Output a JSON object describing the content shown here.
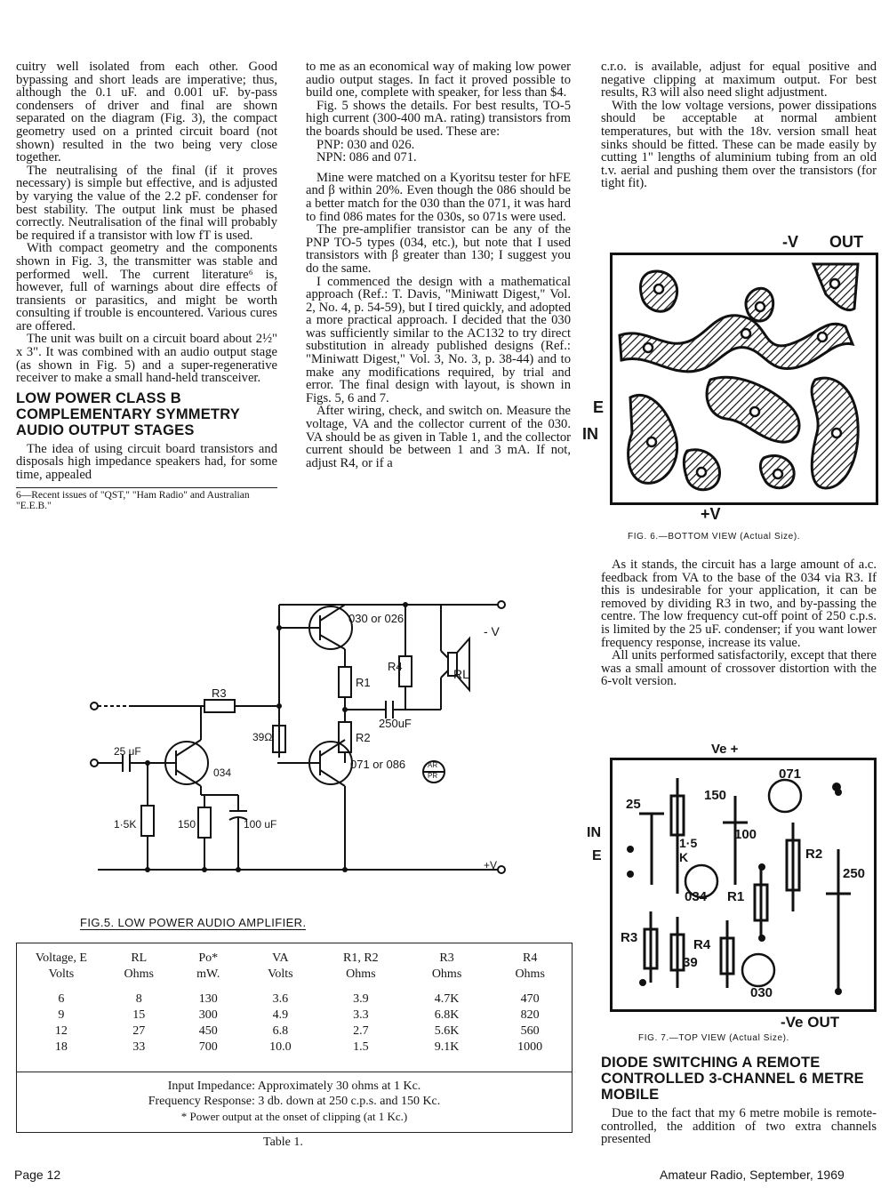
{
  "col1": {
    "p1": "cuitry well isolated from each other. Good bypassing and short leads are imperative; thus, although the 0.1 uF. and 0.001 uF. by-pass condensers of driver and final are shown separated on the diagram (Fig. 3), the compact geometry used on a printed circuit board (not shown) resulted in the two being very close together.",
    "p2": "The neutralising of the final (if it proves necessary) is simple but effective, and is adjusted by varying the value of the 2.2 pF. condenser for best stability. The output link must be phased correctly. Neutralisation of the final will probably be required if a transistor with low fT is used.",
    "p3": "With compact geometry and the components shown in Fig. 3, the transmitter was stable and performed well. The current literature⁶ is, however, full of warnings about dire effects of transients or parasitics, and might be worth consulting if trouble is encountered. Various cures are offered.",
    "p4": "The unit was built on a circuit board about 2½\" x 3\". It was combined with an audio output stage (as shown in Fig. 5) and a super-regenerative receiver to make a small hand-held transceiver.",
    "heading": "LOW POWER CLASS B COMPLEMENTARY SYMMETRY AUDIO OUTPUT STAGES",
    "p5": "The idea of using circuit board transistors and disposals high impedance speakers had, for some time, appealed",
    "footnote": "6—Recent issues of \"QST,\" \"Ham Radio\" and Australian \"E.E.B.\""
  },
  "col2": {
    "p1": "to me as an economical way of making low power audio output stages. In fact it proved possible to build one, complete with speaker, for less than $4.",
    "p2": "Fig. 5 shows the details. For best results, TO-5 high current (300-400 mA. rating) transistors from the boards should be used. These are:",
    "pnp": "PNP: 030 and 026.",
    "npn": "NPN: 086 and 071.",
    "p3": "Mine were matched on a Kyoritsu tester for hFE and β within 20%. Even though the 086 should be a better match for the 030 than the 071, it was hard to find 086 mates for the 030s, so 071s were used.",
    "p4": "The pre-amplifier transistor can be any of the PNP TO-5 types (034, etc.), but note that I used transistors with β greater than 130; I suggest you do the same.",
    "p5": "I commenced the design with a mathematical approach (Ref.: T. Davis, \"Miniwatt Digest,\" Vol. 2, No. 4, p. 54-59), but I tired quickly, and adopted a more practical approach. I decided that the 030 was sufficiently similar to the AC132 to try direct substitution in already published designs (Ref.: \"Miniwatt Digest,\" Vol. 3, No. 3, p. 38-44) and to make any modifications required, by trial and error. The final design with layout, is shown in Figs. 5, 6 and 7.",
    "p6": "After wiring, check, and switch on. Measure the voltage, VA and the collector current of the 030. VA should be as given in Table 1, and the collector current should be between 1 and 3 mA. If not, adjust R4, or if a"
  },
  "col3": {
    "p1": "c.r.o. is available, adjust for equal positive and negative clipping at maximum output. For best results, R3 will also need slight adjustment.",
    "p2": "With the low voltage versions, power dissipations should be acceptable at normal ambient temperatures, but with the 18v. version small heat sinks should be fitted. These can be made easily by cutting 1\" lengths of aluminium tubing from an old t.v. aerial and pushing them over the transistors (for tight fit).",
    "p3": "As it stands, the circuit has a large amount of a.c. feedback from VA to the base of the 034 via R3. If this is undesirable for your application, it can be removed by dividing R3 in two, and by-passing the centre. The low frequency cut-off point of 250 c.p.s. is limited by the 25 uF. condenser; if you want lower frequency response, increase its value.",
    "p4": "All units performed satisfactorily, except that there was a small amount of crossover distortion with the 6-volt version.",
    "heading": "DIODE SWITCHING A REMOTE CONTROLLED 3-CHANNEL 6 METRE MOBILE",
    "p5": "Due to the fact that my 6 metre mobile is remote-controlled, the addition of two extra channels presented"
  },
  "fig6": {
    "minus_v": "-V",
    "out": "OUT",
    "e": "E",
    "in": "IN",
    "plus_v": "+V",
    "caption": "FIG. 6.—BOTTOM VIEW (Actual Size)."
  },
  "fig7": {
    "ve_top": "Ve +",
    "in": "IN",
    "e": "E",
    "c071": "071",
    "c25": "25",
    "c150": "150",
    "c100": "100",
    "r15k": "1·5 K",
    "r2": "R2",
    "c250": "250",
    "t034": "034",
    "r1": "R1",
    "r3": "R3",
    "r4": "R4",
    "r39": "39",
    "t030": "030",
    "ve_bottom": "-Ve OUT",
    "caption": "FIG. 7.—TOP VIEW (Actual Size)."
  },
  "fig5": {
    "t1": "030 or 026",
    "minus_v": "- V",
    "r4": "R4",
    "r1": "R1",
    "rl": "RL",
    "r3": "R3",
    "c250": "250uF",
    "r39": "39Ω",
    "r2": "R2",
    "c25": "25 uF",
    "t034": "034",
    "t2": "071 or 086",
    "logo_top": "AR",
    "logo_bottom": "PR",
    "r15k": "1·5K",
    "r150": "150",
    "c100": "100 uF",
    "plus_v": "+V",
    "caption": "FIG.5. LOW POWER AUDIO AMPLIFIER."
  },
  "table1": {
    "headers": [
      [
        "Voltage, E",
        "Volts"
      ],
      [
        "RL",
        "Ohms"
      ],
      [
        "Po*",
        "mW."
      ],
      [
        "VA",
        "Volts"
      ],
      [
        "R1, R2",
        "Ohms"
      ],
      [
        "R3",
        "Ohms"
      ],
      [
        "R4",
        "Ohms"
      ]
    ],
    "rows": [
      [
        "6",
        "8",
        "130",
        "3.6",
        "3.9",
        "4.7K",
        "470"
      ],
      [
        "9",
        "15",
        "300",
        "4.9",
        "3.3",
        "6.8K",
        "820"
      ],
      [
        "12",
        "27",
        "450",
        "6.8",
        "2.7",
        "5.6K",
        "560"
      ],
      [
        "18",
        "33",
        "700",
        "10.0",
        "1.5",
        "9.1K",
        "1000"
      ]
    ],
    "note1": "Input Impedance: Approximately 30 ohms at 1 Kc.",
    "note2": "Frequency Response: 3 db. down at 250 c.p.s. and 150 Kc.",
    "note3": "* Power output at the onset of clipping (at 1 Kc.)",
    "caption": "Table 1."
  },
  "footer": {
    "page": "Page 12",
    "magazine": "Amateur Radio, September, 1969"
  }
}
